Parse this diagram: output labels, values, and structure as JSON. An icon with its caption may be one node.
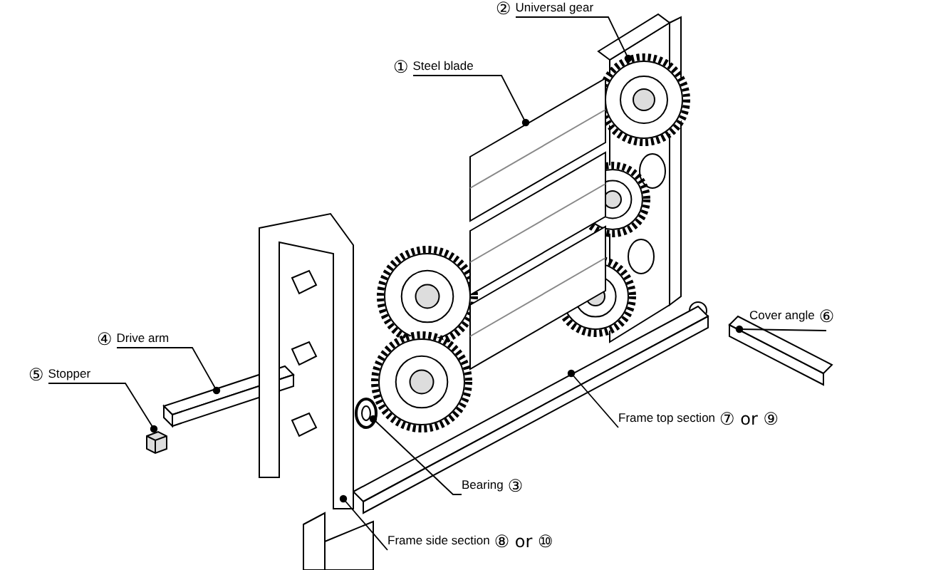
{
  "diagram": {
    "nodes": [
      {
        "text": [
          "②",
          "Universal gear"
        ]
      },
      {
        "text": [
          "①",
          "Steel blade"
        ]
      },
      {
        "text": [
          "Cover angle",
          "⑥"
        ]
      },
      {
        "text": [
          "④",
          "Drive arm"
        ]
      },
      {
        "text": [
          "⑤",
          "Stopper"
        ]
      },
      {
        "text": [
          "Frame top section",
          "⑦ or ⑨"
        ]
      },
      {
        "text": [
          "Bearing",
          "③"
        ]
      },
      {
        "text": [
          "Frame side section",
          "⑧ or ⑩"
        ]
      },
      {
        "text": [],
        "shape": "picture"
      },
      {
        "text": [],
        "shape": "picture"
      },
      {
        "text": [],
        "shape": "picture"
      },
      {
        "text": [],
        "shape": "picture"
      },
      {
        "text": [],
        "shape": "box"
      },
      {
        "text": [],
        "shape": "picture"
      },
      {
        "text": [],
        "shape": "picture"
      },
      {
        "text": [],
        "shape": "picture"
      }
    ],
    "edges": [
      {
        "from": 0,
        "to": 8,
        "arrow": "other"
      },
      {
        "from": 1,
        "to": 9,
        "arrow": "other"
      },
      {
        "from": 2,
        "to": 10,
        "arrow": "other"
      },
      {
        "from": 3,
        "to": 11,
        "arrow": "other"
      },
      {
        "from": 4,
        "to": 12,
        "arrow": "other"
      },
      {
        "from": 5,
        "to": 13,
        "arrow": "other"
      },
      {
        "from": 6,
        "to": 14,
        "arrow": "other"
      },
      {
        "from": 7,
        "to": 15,
        "arrow": "other"
      }
    ]
  }
}
